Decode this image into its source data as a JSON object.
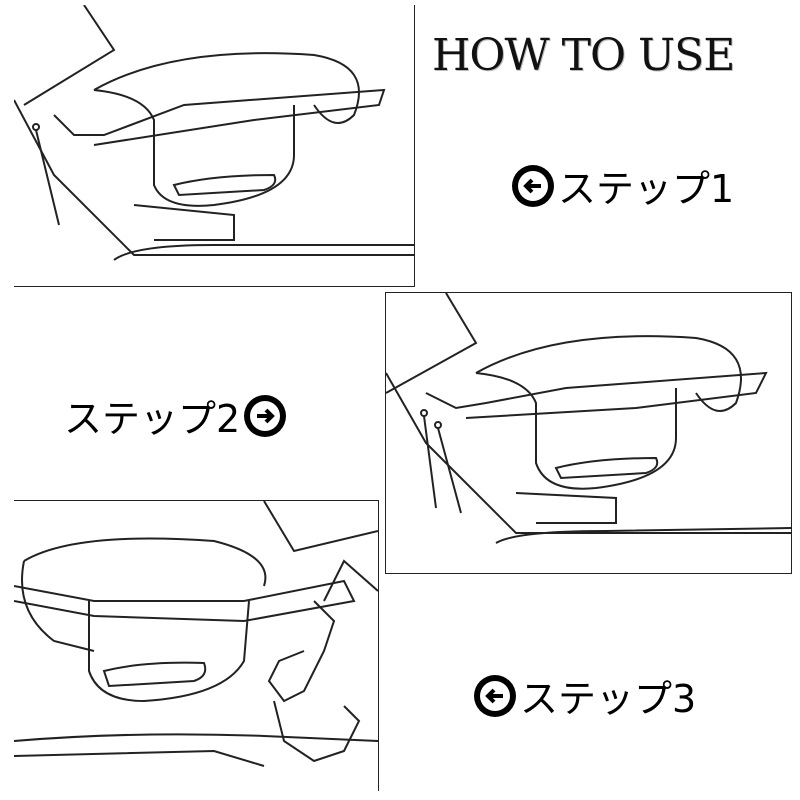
{
  "title": "HOW TO USE",
  "steps": [
    {
      "label": "ステップ1",
      "arrow": "left-arrow-circle-icon"
    },
    {
      "label": "ステップ2",
      "arrow": "right-arrow-circle-icon"
    },
    {
      "label": "ステップ3",
      "arrow": "left-arrow-circle-icon"
    }
  ]
}
